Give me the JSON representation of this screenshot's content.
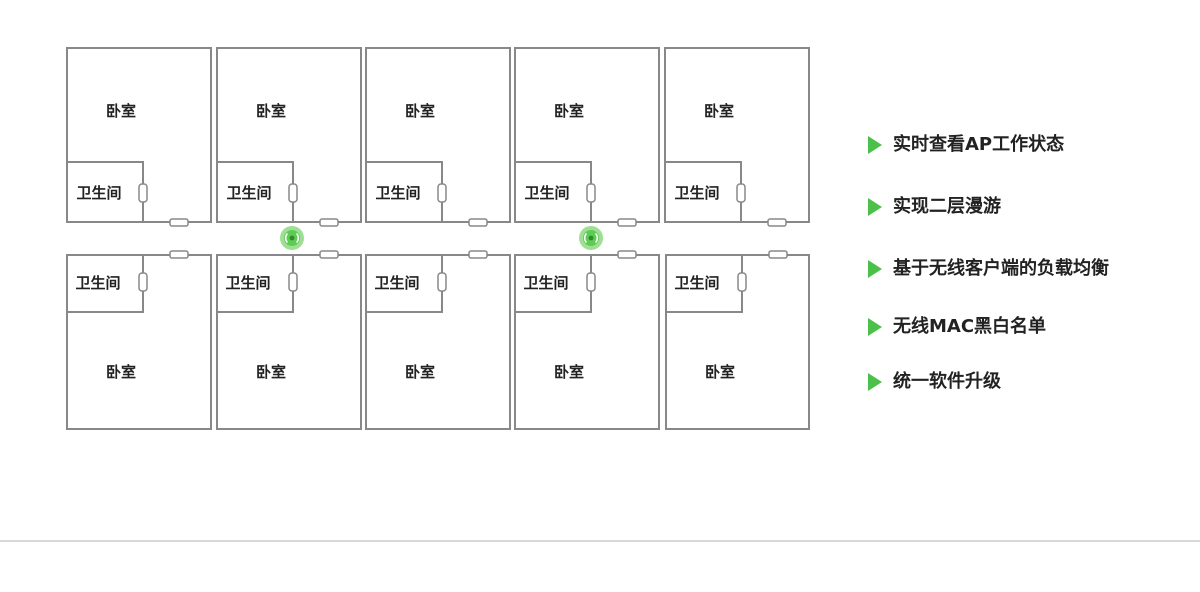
{
  "rooms": {
    "bedroom_label": "卧室",
    "bathroom_label": "卫生间"
  },
  "features": [
    "实时查看AP工作状态",
    "实现二层漫游",
    "基于无线客户端的负载均衡",
    "无线MAC黑白名单",
    "统一软件升级"
  ],
  "colors": {
    "wall": "#888888",
    "accent": "#4cc14a",
    "text": "#222222",
    "divider": "#d8d8d8"
  },
  "icons": {
    "feature_bullet": "green-triangle-icon",
    "access_point": "wifi-access-point-icon"
  }
}
